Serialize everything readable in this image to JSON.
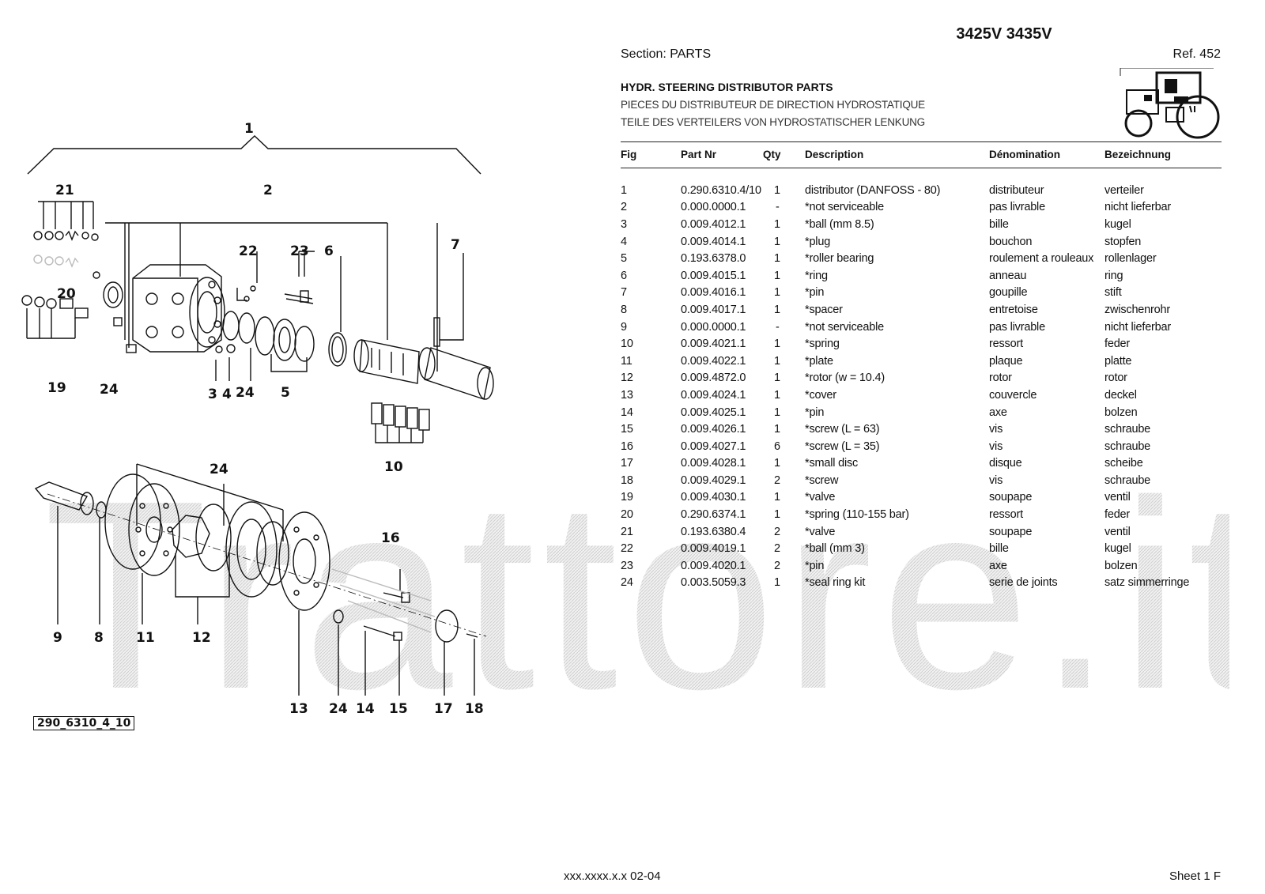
{
  "header": {
    "models": "3425V 3435V",
    "section": "Section: PARTS",
    "ref": "Ref. 452"
  },
  "title": {
    "en": "HYDR. STEERING DISTRIBUTOR PARTS",
    "fr": "PIECES DU DISTRIBUTEUR DE DIRECTION HYDROSTATIQUE",
    "de": "TEILE DES VERTEILERS VON HYDROSTATISCHER LENKUNG"
  },
  "table": {
    "headers": [
      "Fig",
      "Part Nr",
      "Qty",
      "Description",
      "Dénomination",
      "Bezeichnung"
    ],
    "rows": [
      [
        "1",
        "0.290.6310.4/10",
        "1",
        "distributor (DANFOSS - 80)",
        "distributeur",
        "verteiler"
      ],
      [
        "2",
        "0.000.0000.1",
        "-",
        "*not serviceable",
        "pas livrable",
        "nicht lieferbar"
      ],
      [
        "3",
        "0.009.4012.1",
        "1",
        "*ball (mm 8.5)",
        "bille",
        "kugel"
      ],
      [
        "4",
        "0.009.4014.1",
        "1",
        "*plug",
        "bouchon",
        "stopfen"
      ],
      [
        "5",
        "0.193.6378.0",
        "1",
        "*roller bearing",
        "roulement a rouleaux",
        "rollenlager"
      ],
      [
        "6",
        "0.009.4015.1",
        "1",
        "*ring",
        "anneau",
        "ring"
      ],
      [
        "7",
        "0.009.4016.1",
        "1",
        "*pin",
        "goupille",
        "stift"
      ],
      [
        "8",
        "0.009.4017.1",
        "1",
        "*spacer",
        "entretoise",
        "zwischenrohr"
      ],
      [
        "9",
        "0.000.0000.1",
        "-",
        "*not serviceable",
        "pas livrable",
        "nicht lieferbar"
      ],
      [
        "10",
        "0.009.4021.1",
        "1",
        "*spring",
        "ressort",
        "feder"
      ],
      [
        "11",
        "0.009.4022.1",
        "1",
        "*plate",
        "plaque",
        "platte"
      ],
      [
        "12",
        "0.009.4872.0",
        "1",
        "*rotor (w = 10.4)",
        "rotor",
        "rotor"
      ],
      [
        "13",
        "0.009.4024.1",
        "1",
        "*cover",
        "couvercle",
        "deckel"
      ],
      [
        "14",
        "0.009.4025.1",
        "1",
        "*pin",
        "axe",
        "bolzen"
      ],
      [
        "15",
        "0.009.4026.1",
        "1",
        "*screw (L = 63)",
        "vis",
        "schraube"
      ],
      [
        "16",
        "0.009.4027.1",
        "6",
        "*screw (L = 35)",
        "vis",
        "schraube"
      ],
      [
        "17",
        "0.009.4028.1",
        "1",
        "*small disc",
        "disque",
        "scheibe"
      ],
      [
        "18",
        "0.009.4029.1",
        "2",
        "*screw",
        "vis",
        "schraube"
      ],
      [
        "19",
        "0.009.4030.1",
        "1",
        "*valve",
        "soupape",
        "ventil"
      ],
      [
        "20",
        "0.290.6374.1",
        "1",
        "*spring (110-155 bar)",
        "ressort",
        "feder"
      ],
      [
        "21",
        "0.193.6380.4",
        "2",
        "*valve",
        "soupape",
        "ventil"
      ],
      [
        "22",
        "0.009.4019.1",
        "2",
        "*ball (mm 3)",
        "bille",
        "kugel"
      ],
      [
        "23",
        "0.009.4020.1",
        "2",
        "*pin",
        "axe",
        "bolzen"
      ],
      [
        "24",
        "0.003.5059.3",
        "1",
        "*seal ring kit",
        "serie de joints",
        "satz simmerringe"
      ]
    ]
  },
  "diagram": {
    "callouts": [
      "1",
      "2",
      "21",
      "22",
      "23",
      "6",
      "7",
      "20",
      "19",
      "24",
      "3",
      "4",
      "24",
      "5",
      "10",
      "24",
      "16",
      "9",
      "8",
      "11",
      "12",
      "13",
      "24",
      "14",
      "15",
      "17",
      "18"
    ],
    "drawing_code": "290_6310_4_10"
  },
  "watermark": "Trattore.it",
  "footer": {
    "code": "xxx.xxxx.x.x  02-04",
    "sheet": "Sheet 1 F"
  }
}
